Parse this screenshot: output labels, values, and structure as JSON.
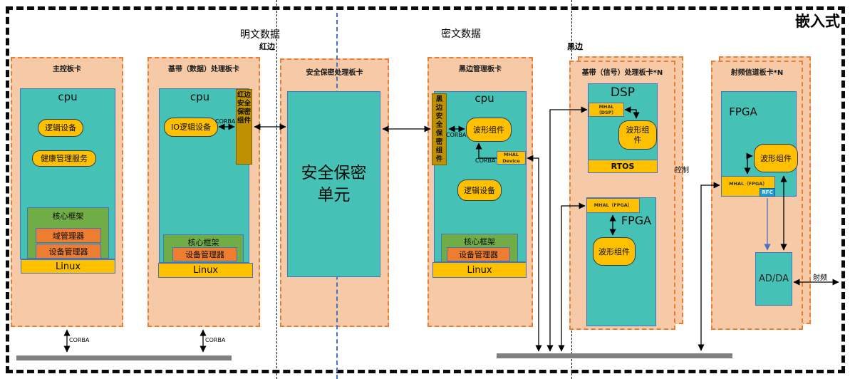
{
  "page": {
    "outer_label": "嵌入式"
  },
  "zone_labels": {
    "plaintext": "明文数据",
    "red_edge": "红边",
    "ciphertext": "密文数据",
    "black_edge": "黑边"
  },
  "bus_labels": {
    "corba_main": "CORBA",
    "corba_baseband": "CORBA",
    "control": "控制",
    "rf": "射频"
  },
  "boards": {
    "main_control": {
      "title": "主控板卡",
      "cpu": "cpu",
      "logic_device": "逻辑设备",
      "health_service": "健康管理服务",
      "core_framework": "核心框架",
      "domain_manager": "域管理器",
      "device_manager": "设备管理器",
      "os": "Linux"
    },
    "baseband_data": {
      "title": "基带（数据）处理板卡",
      "cpu": "cpu",
      "io_logic_device": "IO逻辑设备",
      "corba": "CORBA",
      "red_security_component": "红边安全保密组件",
      "core_framework": "核心框架",
      "device_manager": "设备管理器",
      "os": "Linux"
    },
    "security": {
      "title": "安全保密处理板卡",
      "unit": "安全保密\n单元"
    },
    "black_mgmt": {
      "title": "黑边管理板卡",
      "black_security_component": "黑边安全保密组件",
      "cpu": "cpu",
      "waveform": "波形组件",
      "corba_left": "CORBA",
      "corba_mid": "CORBA",
      "mhal_device": "MHAL\nDevice",
      "logic_device": "逻辑设备",
      "core_framework": "核心框架",
      "device_manager": "设备管理器",
      "os": "Linux"
    },
    "baseband_signal": {
      "title": "基带（信号）处理板卡*N",
      "dsp": "DSP",
      "mhal_dsp": "MHAL\n（DSP）",
      "waveform_dsp": "波形组\n件",
      "rtos": "RTOS",
      "mhal_fpga": "MHAL（FPGA）",
      "fpga": "FPGA",
      "waveform_fpga": "波形组件"
    },
    "rf_channel": {
      "title": "射频信道板卡*N",
      "fpga": "FPGA",
      "waveform": "波形组件",
      "mhal_fpga": "MHAL（FPGA）",
      "rfc": "RFC",
      "adda": "AD/DA"
    }
  },
  "colors": {
    "teal_box": "#45C2B5",
    "board_fill": "#F6C9A7",
    "board_border": "#ED7D31",
    "component_yellow": "#FFC000",
    "security_column_yellow": "#BF9000",
    "framework_green": "#71AD47",
    "manager_orange": "#ED7D31",
    "rfc_blue": "#1E9BD7",
    "bus_gray": "#808080",
    "guide_blue": "#4472C4"
  }
}
